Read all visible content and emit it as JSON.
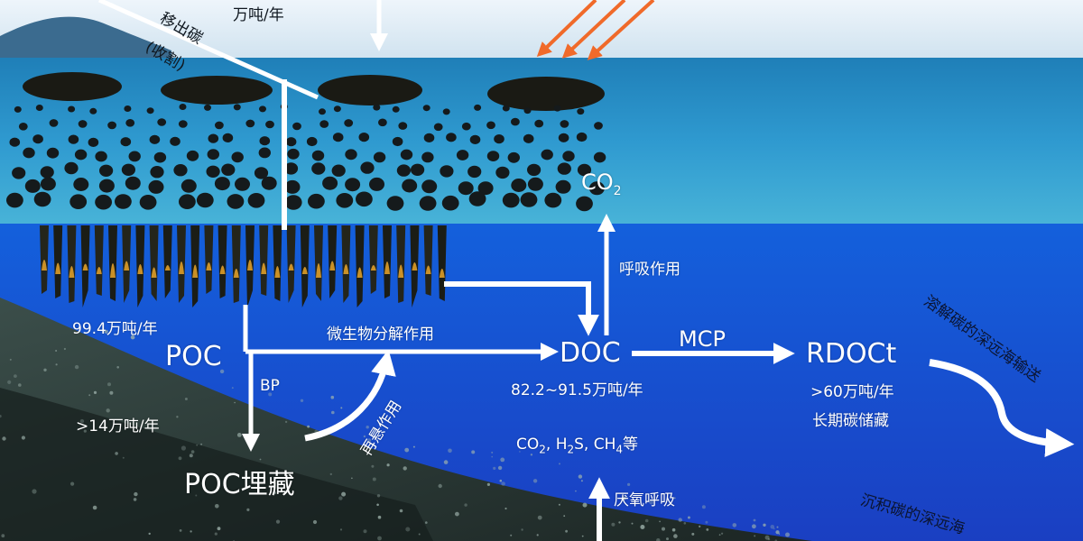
{
  "colors": {
    "sky": "#dbe9f3",
    "surface_water": "#2f8fc6",
    "deep_water": "#1a4fd8",
    "seabed": "#2a3a38",
    "arrow": "#ffffff",
    "sunlight": "#f06a2a"
  },
  "labels": {
    "harvest_rate_partial": "万吨/年",
    "harvest_removal": "移出碳",
    "harvest_note": "(收割)",
    "poc_rate": "99.4万吨/年",
    "poc": "POC",
    "microbial": "微生物分解作用",
    "bp": "BP",
    "burial_rate": ">14万吨/年",
    "poc_burial": "POC埋藏",
    "resuspension": "再悬作用",
    "doc": "DOC",
    "doc_rate": "82.2~91.5万吨/年",
    "co2": "CO",
    "co2_sub": "2",
    "respiration": "呼吸作用",
    "mcp": "MCP",
    "rdoct": "RDOCt",
    "rdoct_rate": ">60万吨/年",
    "long_term": "长期碳储藏",
    "anaerobic": "厌氧呼吸",
    "gases_co2": "CO",
    "gases_h2s_a": ", H",
    "gases_h2s_b": "S, CH",
    "gases_end": "等",
    "sub2": "2",
    "sub4": "4",
    "deep_transport": "溶解碳的深远海输送",
    "sediment_transport": "沉积碳的深远海"
  }
}
